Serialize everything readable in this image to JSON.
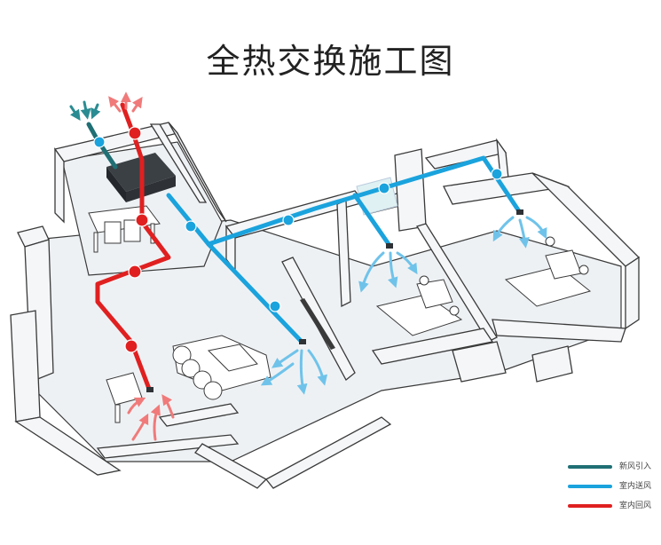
{
  "title": "全热交换施工图",
  "legend": [
    {
      "label": "新风引入",
      "color": "#1f6f74"
    },
    {
      "label": "室内送风",
      "color": "#1aa3dd"
    },
    {
      "label": "室内回风",
      "color": "#e02020"
    }
  ],
  "colors": {
    "fresh_air": "#1f6f74",
    "supply_air": "#1aa3dd",
    "return_air": "#e02020",
    "wall": "#f4f6f8",
    "floor": "#eef1f4",
    "outline": "#3a3a3a",
    "unit": "#2e3236"
  },
  "icons": [
    "airflow-arrow-icon",
    "duct-node-icon",
    "bed-icon",
    "sofa-icon",
    "dining-table-icon",
    "heat-exchanger-unit-icon"
  ]
}
